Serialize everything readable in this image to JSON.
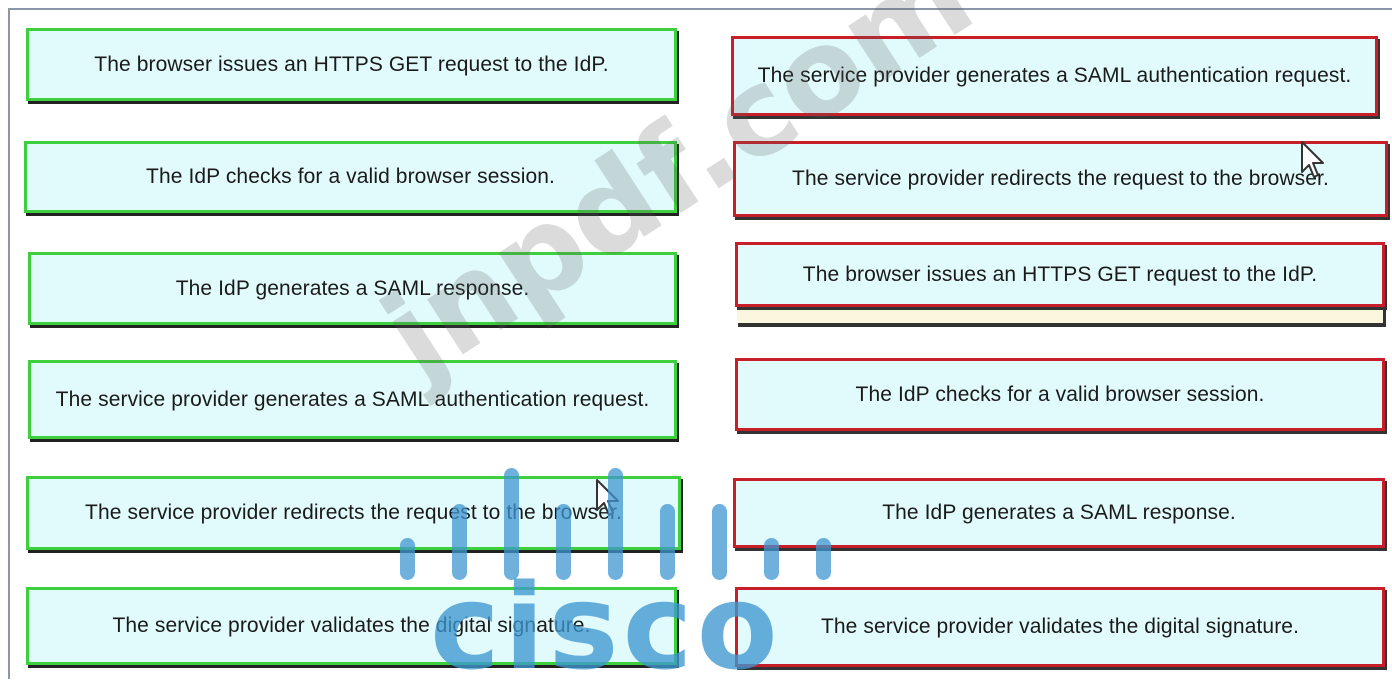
{
  "left_column": [
    {
      "label": "The browser issues an HTTPS GET request to the IdP."
    },
    {
      "label": "The IdP checks for a valid browser session."
    },
    {
      "label": "The IdP generates a SAML response."
    },
    {
      "label": "The service provider generates a SAML authentication request."
    },
    {
      "label": "The service provider redirects the request to the browser."
    },
    {
      "label": "The service provider validates the digital signature."
    }
  ],
  "right_column": [
    {
      "label": "The service provider generates a SAML authentication request."
    },
    {
      "label": "The service provider redirects the request to the browser."
    },
    {
      "label": "The browser issues an HTTPS GET request to the IdP."
    },
    {
      "label": "The IdP checks for a valid browser session."
    },
    {
      "label": "The IdP generates a SAML response."
    },
    {
      "label": "The service provider validates the digital signature."
    }
  ],
  "watermarks": {
    "site": "jnpdf.com",
    "brand": "cisco"
  },
  "colors": {
    "item_background": "#e1fafc",
    "source_border": "#3ecf3e",
    "target_border": "#c81e2a",
    "cisco_blue": "#3f97d0"
  },
  "icons": {
    "cursor": "arrow-cursor-icon"
  }
}
